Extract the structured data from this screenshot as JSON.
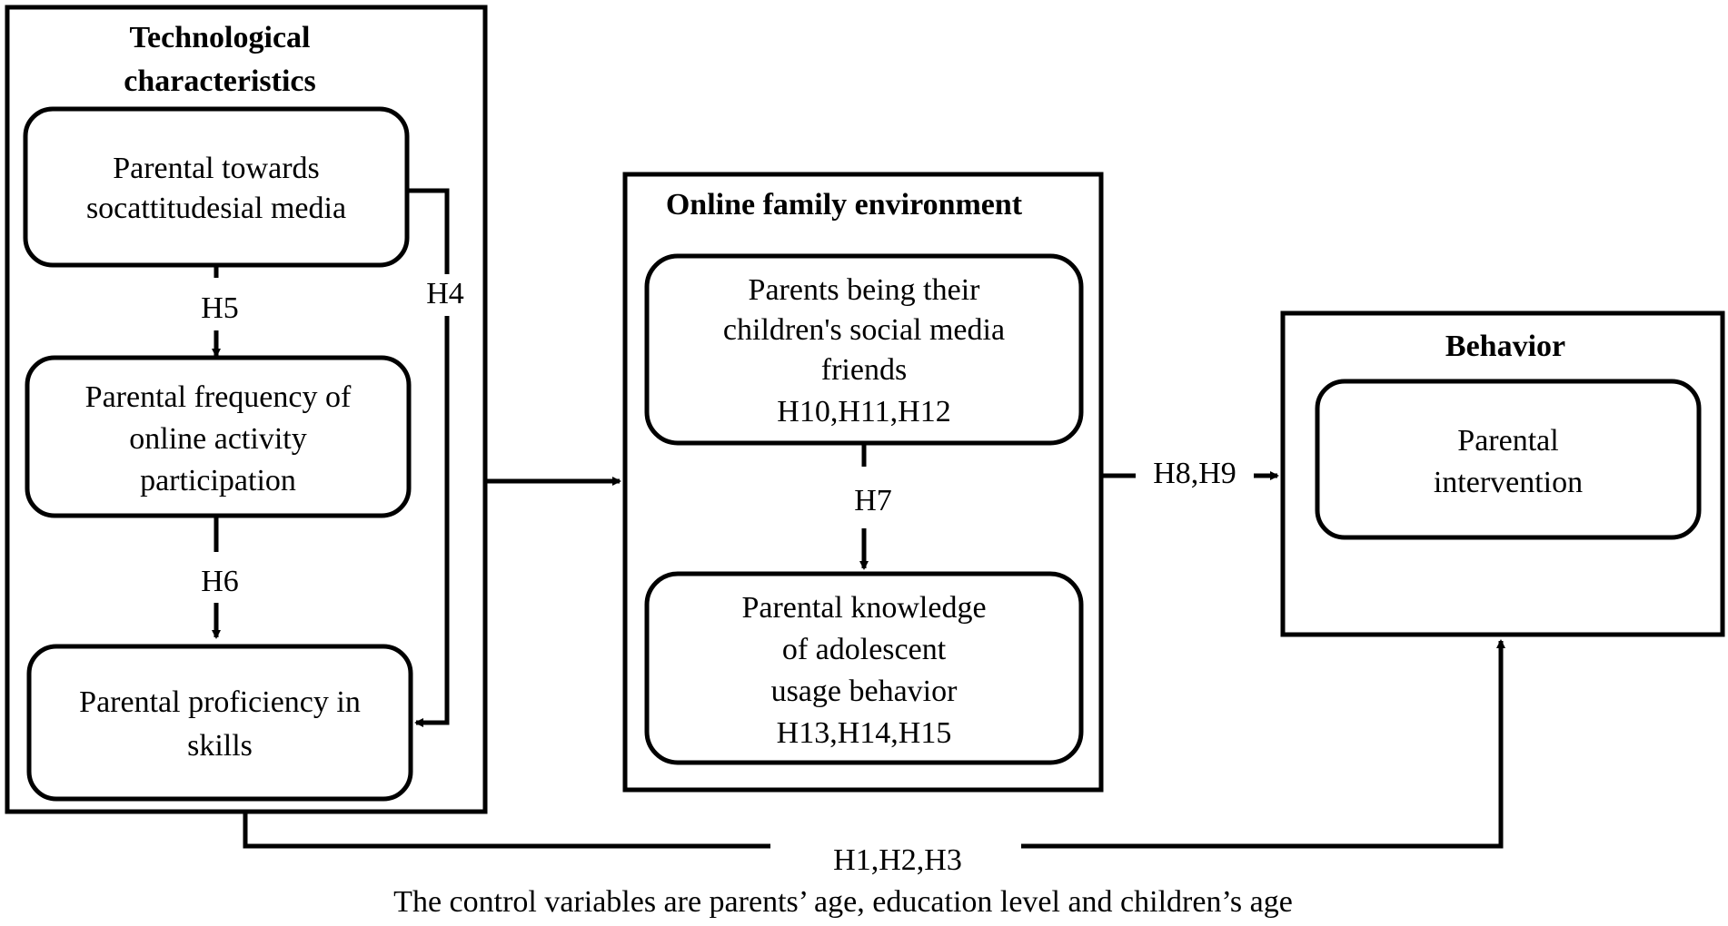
{
  "groups": {
    "technological": {
      "title_line1": "Technological",
      "title_line2": "characteristics"
    },
    "online_family": {
      "title": "Online family environment"
    },
    "behavior": {
      "title": "Behavior"
    }
  },
  "nodes": {
    "attitude": {
      "line1": "Parental towards",
      "line2": "socattitudesial media"
    },
    "frequency": {
      "line1": "Parental frequency of",
      "line2": "online activity",
      "line3": "participation"
    },
    "proficiency": {
      "line1": "Parental proficiency in",
      "line2": "skills"
    },
    "friends": {
      "line1": "Parents being their",
      "line2": "children's social media",
      "line3": "friends",
      "line4": "H10,H11,H12"
    },
    "knowledge": {
      "line1": "Parental knowledge",
      "line2": "of adolescent",
      "line3": "usage behavior",
      "line4": "H13,H14,H15"
    },
    "intervention": {
      "line1": "Parental",
      "line2": "intervention"
    }
  },
  "edges": {
    "h5": "H5",
    "h6": "H6",
    "h4": "H4",
    "h7": "H7",
    "h8_h9": "H8,H9",
    "h1_h2_h3": "H1,H2,H3"
  },
  "footnote": "The control variables are parents’ age, education level and children’s age"
}
